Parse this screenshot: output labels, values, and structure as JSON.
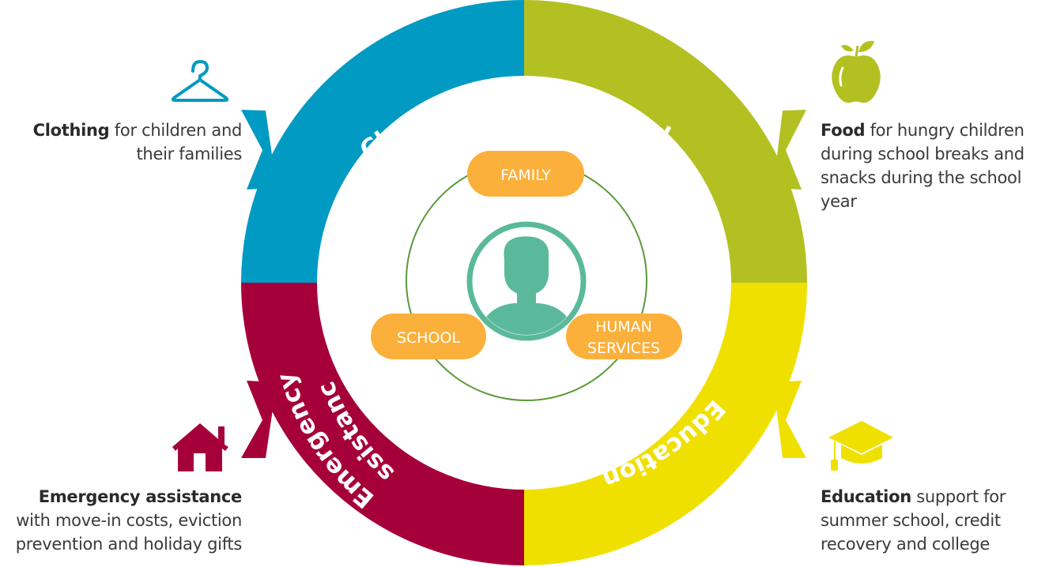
{
  "segments": {
    "clothing": {
      "label": "Clothing",
      "color": "#009ac3"
    },
    "food": {
      "label": "Food",
      "color": "#b3c021"
    },
    "education": {
      "label": "Education",
      "color": "#f0e000"
    },
    "emergency": {
      "label_line1": "Emergency",
      "label_line2": "Assistance",
      "color": "#a6003a"
    }
  },
  "center": {
    "pills": {
      "family": "FAMILY",
      "school": "SCHOOL",
      "human_line1": "HUMAN",
      "human_line2": "SERVICES"
    },
    "pill_color": "#fbb03b",
    "person_color": "#5ab99a",
    "ring_color": "#5a9a3a"
  },
  "descriptions": {
    "clothing": {
      "bold": "Clothing",
      "rest": " for children and their families"
    },
    "food": {
      "bold": "Food",
      "rest": " for hungry children during school breaks and snacks during the school year"
    },
    "emergency": {
      "bold": "Emergency assistance",
      "rest": "with move-in costs, eviction prevention and holiday gifts"
    },
    "education": {
      "bold": "Education",
      "rest": " support for summer school, credit recovery and college"
    }
  },
  "icons": {
    "clothing": "hanger-icon",
    "food": "apple-icon",
    "emergency": "house-icon",
    "education": "graduation-cap-icon"
  }
}
